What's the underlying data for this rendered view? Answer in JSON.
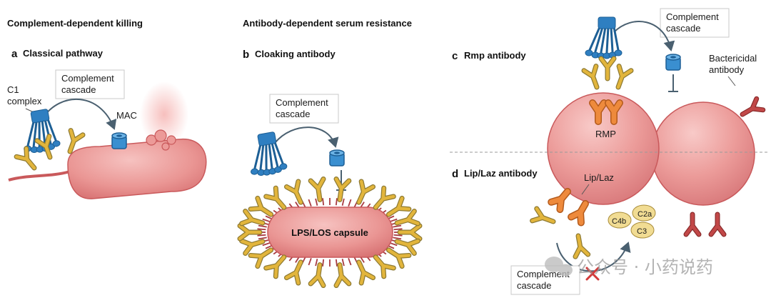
{
  "headers": {
    "left": "Complement-dependent killing",
    "middle": "Antibody-dependent serum resistance"
  },
  "panels": {
    "a": {
      "letter": "a",
      "title": "Classical pathway",
      "complement_box": [
        "Complement",
        "cascade"
      ],
      "c1_label": [
        "C1",
        "complex"
      ],
      "mac_label": "MAC"
    },
    "b": {
      "letter": "b",
      "title": "Cloaking antibody",
      "complement_box": [
        "Complement",
        "cascade"
      ],
      "capsule_label": "LPS/LOS capsule"
    },
    "c": {
      "letter": "c",
      "title": "Rmp antibody",
      "complement_box": [
        "Complement",
        "cascade"
      ],
      "rmp_label": "RMP",
      "bactericidal_label": [
        "Bactericidal",
        "antibody"
      ]
    },
    "d": {
      "letter": "d",
      "title": "Lip/Laz antibody",
      "liplaz_label": "Lip/Laz",
      "complement_box": [
        "Complement",
        "cascade"
      ],
      "c4b": "C4b",
      "c2a": "C2a",
      "c3": "C3"
    }
  },
  "watermark": "公众号 · 小药说药",
  "colors": {
    "bacterium": "#ec9a98",
    "bacterium_dark": "#c9595b",
    "antibody": "#e2b53c",
    "antibody_outline": "#8e7a33",
    "c1": "#2f7fc1",
    "mac": "#3a8fd0",
    "rmp": "#ee8a3c",
    "bactericidal": "#c24848",
    "complement_protein": "#f1dc93",
    "arrow": "#4a6070",
    "capsule_fringe": "#a83a40"
  }
}
